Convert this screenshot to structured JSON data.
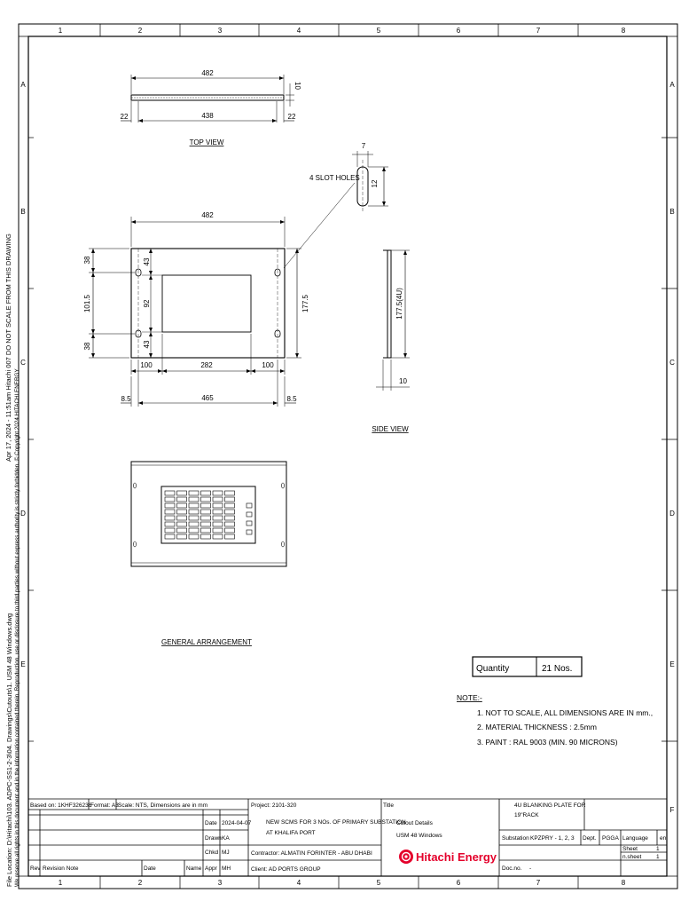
{
  "zone_columns": [
    "1",
    "2",
    "3",
    "4",
    "5",
    "6",
    "7",
    "8"
  ],
  "zone_rows": [
    "A",
    "B",
    "C",
    "D",
    "E",
    "F"
  ],
  "side_info": {
    "line1": "Apr 17, 2024 - 11:51am   Hitachi 007    DO NOT SCALE FROM THIS DRAWING",
    "line2": "File Location: D:\\Hitachi\\103. ADPC-SS1-2-3\\04. Drawings\\Cutouts\\1. USM 48 Windows.dwg",
    "line3": "We reserve all rights in this document and in the information contained therein. Reproduction, use or disclosure to third parties without express authority is strictly forbidden. © Copyright 2024 HITACHI ENERGY"
  },
  "views": {
    "top_view": "TOP VIEW",
    "side_view": "SIDE VIEW",
    "general_arrangement": "GENERAL ARRANGEMENT",
    "slot_holes": "4 SLOT HOLES"
  },
  "dimensions": {
    "top_overall": "482",
    "top_thickness": "10",
    "top_left_ear": "22",
    "top_inner": "438",
    "top_right_ear": "22",
    "slot_width": "7",
    "slot_height": "12",
    "front_width": "482",
    "front_top": "38",
    "front_mid": "101.5",
    "front_bot": "38",
    "front_hole_top": "43",
    "front_window_h": "92",
    "front_hole_bot": "43",
    "front_height": "177.5",
    "front_left": "100",
    "front_window_w": "282",
    "front_right": "100",
    "front_left_edge": "8.5",
    "front_hole_span": "465",
    "front_right_edge": "8.5",
    "side_height": "177.5(4U)",
    "side_depth": "10"
  },
  "quantity": {
    "label": "Quantity",
    "value": "21 Nos."
  },
  "notes": {
    "title": "NOTE:-",
    "items": [
      "1. NOT TO SCALE, ALL DIMENSIONS ARE IN mm.,",
      "2. MATERIAL THICKNESS : 2.5mm",
      "3. PAINT : RAL 9003 (MIN. 90 MICRONS)"
    ]
  },
  "title_block": {
    "based_on": "Based on:   1KHF326236",
    "format": "Format: A3",
    "scale": "Scale: NTS, Dimensions are in mm",
    "date_label": "Date",
    "date_value": "2024-04-07",
    "drawn_label": "Drawn",
    "drawn_value": "KA",
    "chkd_label": "Chkd",
    "chkd_value": "MJ",
    "appr_label": "Appr",
    "appr_value": "MH",
    "rev_label": "Rev",
    "rev_note_label": "Revision Note",
    "rev_date_label": "Date",
    "rev_name_label": "Name",
    "project": "Project: 2101-320",
    "project_desc_1": "NEW SCMS FOR 3 NOs. OF PRIMARY SUBSTATION",
    "project_desc_2": "AT KHALIFA PORT",
    "contractor": "Contractor: ALMATIN FORINTER - ABU DHABI",
    "client": "Client: AD PORTS GROUP",
    "title_label": "Title",
    "title_1": "Cutout Details",
    "title_2": "USM 48 Windows",
    "logo_text": "Hitachi Energy",
    "desc_1": "4U BLANKING PLATE FOR",
    "desc_2": "19\"RACK",
    "substation_label": "Substation",
    "substation_value": "KPZPRY - 1, 2, 3",
    "dept_label": "Dept.",
    "dept_value": "PGGA",
    "language_label": "Language",
    "language_value": "en",
    "sheet_label": "Sheet",
    "sheet_value": "1",
    "nsheet_label": "n.sheet",
    "nsheet_value": "1",
    "docno_label": "Doc.no.",
    "docno_value": "-"
  }
}
